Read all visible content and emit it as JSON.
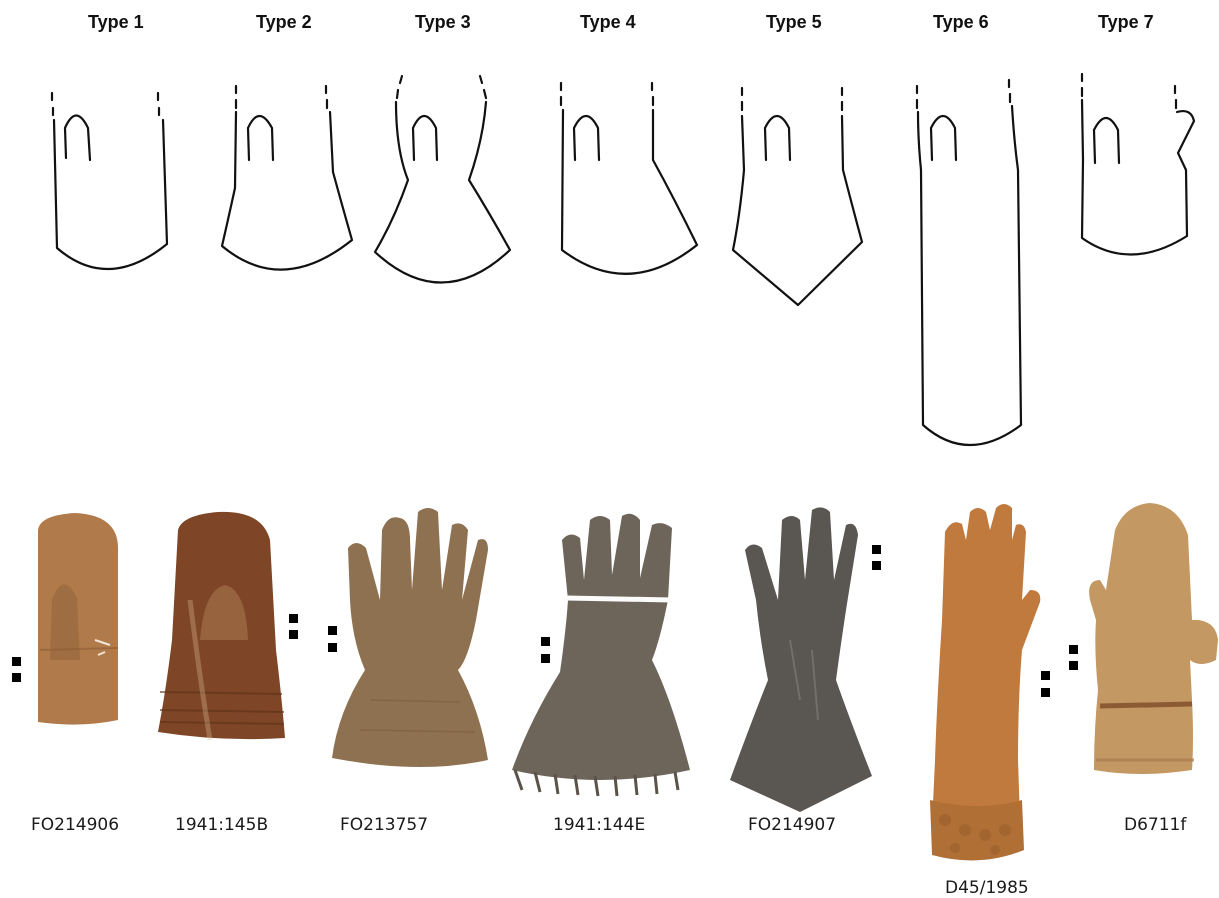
{
  "types": [
    {
      "label": "Type 1"
    },
    {
      "label": "Type 2"
    },
    {
      "label": "Type 3"
    },
    {
      "label": "Type 4"
    },
    {
      "label": "Type 5"
    },
    {
      "label": "Type 6"
    },
    {
      "label": "Type 7"
    }
  ],
  "specimens": [
    {
      "id": "FO214906",
      "style": "mitten",
      "color": "#b07a4a"
    },
    {
      "id": "1941:145B",
      "style": "cuffed-mitten",
      "color": "#7e4526"
    },
    {
      "id": "FO213757",
      "style": "gauntlet-glove",
      "color": "#8e7150"
    },
    {
      "id": "1941:144E",
      "style": "fringed-gauntlet",
      "color": "#6e655a"
    },
    {
      "id": "FO214907",
      "style": "pointed-gauntlet",
      "color": "#5a5651"
    },
    {
      "id": "D45/1985",
      "style": "long-glove",
      "color": "#c07a3e"
    },
    {
      "id": "D6711f",
      "style": "thumbed-mitten",
      "color": "#c49862"
    }
  ],
  "colors": {
    "outline": "#111111",
    "scale_marker": "#000000"
  }
}
